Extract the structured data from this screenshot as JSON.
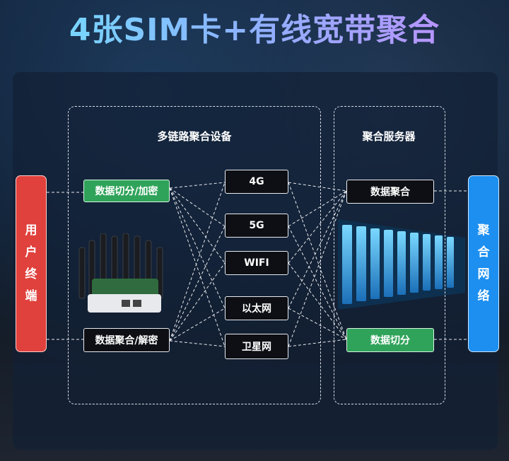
{
  "title": "4张SIM卡+有线宽带聚合",
  "groups": {
    "device_label": "多链路聚合设备",
    "server_label": "聚合服务器"
  },
  "left": {
    "terminal_chars": [
      "用",
      "户",
      "终",
      "端"
    ],
    "split_encrypt": "数据切分/加密",
    "aggregate_decrypt": "数据聚合/解密"
  },
  "links": [
    "4G",
    "5G",
    "WIFI",
    "以太网",
    "卫星网"
  ],
  "server": {
    "aggregate": "数据聚合",
    "split": "数据切分"
  },
  "right": {
    "network_chars": [
      "聚",
      "合",
      "网",
      "络"
    ]
  },
  "colors": {
    "green": "#2fa35a",
    "red": "#e0413c",
    "blue": "#1c8ff0",
    "dark": "#0d0f14"
  }
}
